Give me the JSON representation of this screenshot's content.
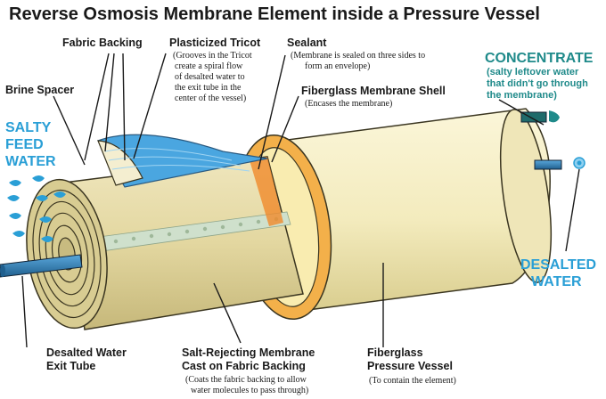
{
  "title": "Reverse Osmosis Membrane Element inside a Pressure Vessel",
  "labels": {
    "fabric_backing": "Fabric Backing",
    "plasticized_tricot": {
      "title": "Plasticized Tricot",
      "desc": [
        "(Grooves in the Tricot",
        "create a spiral flow",
        "of desalted water to",
        "the exit tube in the",
        "center of the vessel)"
      ]
    },
    "sealant": {
      "title": "Sealant",
      "desc": [
        "(Membrane is sealed on three sides to",
        "form an envelope)"
      ]
    },
    "fiberglass_shell": {
      "title": "Fiberglass Membrane Shell",
      "desc": [
        "(Encases the membrane)"
      ]
    },
    "brine_spacer": "Brine Spacer",
    "salty_feed": [
      "SALTY",
      "FEED",
      "WATER"
    ],
    "concentrate": {
      "title": "CONCENTRATE",
      "desc": [
        "(salty leftover water",
        "that didn't go through",
        "the membrane)"
      ]
    },
    "desalted_water": [
      "DESALTED",
      "WATER"
    ],
    "exit_tube": [
      "Desalted Water",
      "Exit Tube"
    ],
    "membrane_cast": {
      "title": [
        "Salt-Rejecting Membrane",
        "Cast on Fabric Backing"
      ],
      "desc": [
        "(Coats the fabric backing to allow",
        "water molecules to pass through)"
      ]
    },
    "pressure_vessel": {
      "title": [
        "Fiberglass",
        "Pressure Vessel"
      ],
      "desc": [
        "(To contain the element)"
      ]
    }
  },
  "colors": {
    "salty_blue": "#2a9fd6",
    "concentrate_teal": "#1f8a8a",
    "membrane_tan": "#e6dca8",
    "vessel_cream": "#f6efc4",
    "sealant_orange": "#f0b860",
    "tube_blue": "#2f7fb6"
  }
}
